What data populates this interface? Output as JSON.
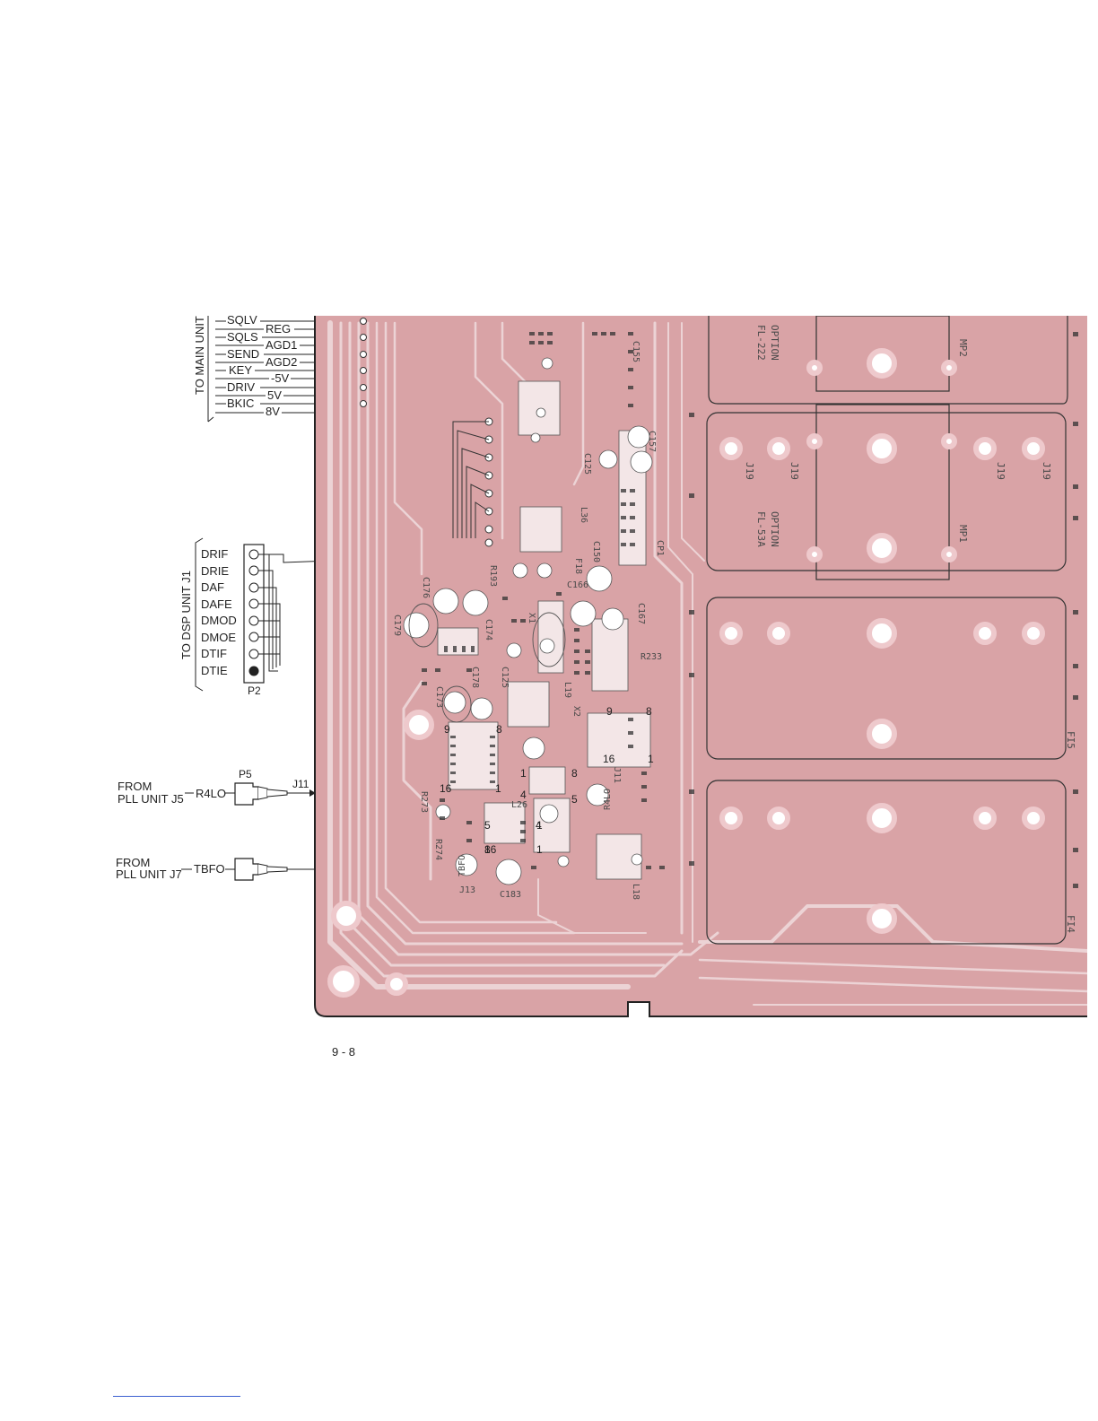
{
  "diagram": {
    "main_unit_connector": {
      "title": "TO MAIN UNIT",
      "left_signals": [
        "SQLV",
        "SQLS",
        "SEND",
        "KEY",
        "DRIV",
        "BKIC"
      ],
      "right_signals": [
        "REG",
        "AGD1",
        "AGD2",
        "-5V",
        "5V",
        "8V"
      ]
    },
    "dsp_connector": {
      "title": "TO DSP UNIT J1",
      "plug": "P2",
      "pins": [
        "DRIF",
        "DRIE",
        "DAF",
        "DAFE",
        "DMOD",
        "DMOE",
        "DTIF",
        "DTIE"
      ]
    },
    "r4lo_input": {
      "from_line1": "FROM",
      "from_line2": "PLL UNIT J5",
      "signal": "R4LO",
      "plug": "P5",
      "jack": "J11"
    },
    "tbfo_input": {
      "from_line1": "FROM",
      "from_line2": "PLL UNIT J7",
      "signal": "TBFO"
    },
    "board_labels": {
      "option1": "OPTION",
      "option1_model": "FL-222",
      "option2": "OPTION",
      "option2_model": "FL-53A",
      "mp2": "MP2",
      "mp1": "MP1",
      "j19": "J19",
      "fi5": "FI5",
      "fi4": "FI4",
      "components": [
        "R193",
        "F18",
        "C166",
        "C150",
        "C125",
        "L36",
        "C176",
        "C179",
        "C174",
        "C178",
        "C173",
        "C125",
        "X1",
        "X2",
        "L19",
        "R233",
        "R273",
        "R274",
        "L26",
        "TBFO",
        "R4LO",
        "J13",
        "C183",
        "L18",
        "J11",
        "CP1",
        "C167",
        "C155",
        "C157"
      ],
      "pin_numbers": [
        "9",
        "8",
        "16",
        "1",
        "16",
        "1",
        "4",
        "5",
        "8",
        "1",
        "9",
        "8",
        "16",
        "1",
        "4",
        "5",
        "8",
        "1"
      ]
    },
    "colors": {
      "board": "#d9a3a6",
      "trace": "#ead0d2",
      "ink": "#222222"
    }
  },
  "page_number": "9 - 8"
}
